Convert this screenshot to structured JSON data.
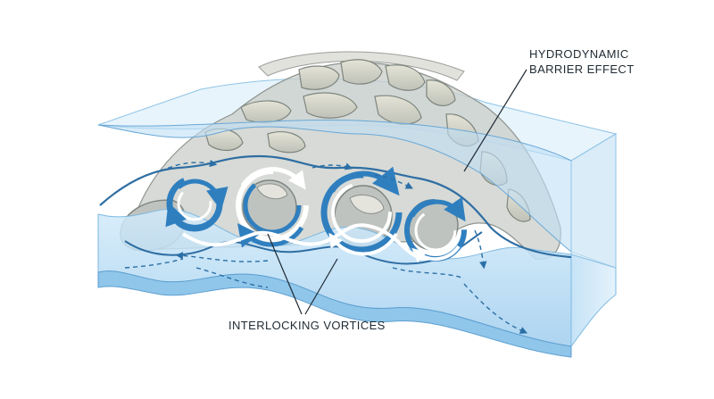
{
  "labels": {
    "barrier_line1": "HYDRODYNAMIC",
    "barrier_line2": "BARRIER EFFECT",
    "vortices": "INTERLOCKING VORTICES"
  },
  "colors": {
    "water_light": "#dceefa",
    "water_mid": "#a9d3ef",
    "water_deep": "#7fbde6",
    "vortex_blue": "#2f7fbf",
    "vortex_white": "#ffffff",
    "bone": "#d9d8cc",
    "bone_shade": "#b9bdb4",
    "skin": "#c7cbc6",
    "ink": "#1f2a33"
  },
  "icons": {
    "vortex": "circular-arrow-vortex-icon",
    "flow": "dashed-flow-arrow-icon"
  }
}
